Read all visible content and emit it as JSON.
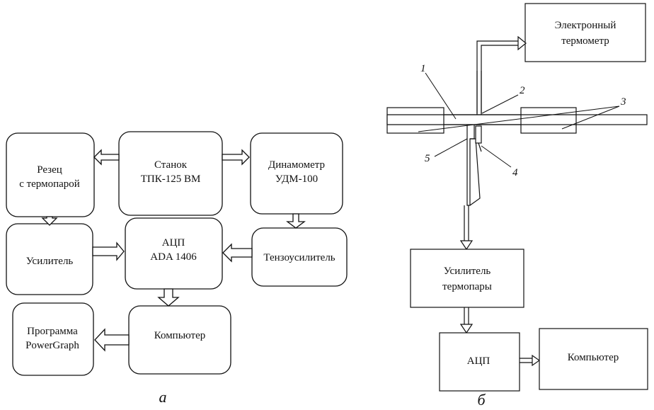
{
  "diagram_a": {
    "caption": "а",
    "blocks": {
      "cutter": [
        "Резец",
        "с термопарой"
      ],
      "machine": [
        "Станок",
        "ТПК-125 ВМ"
      ],
      "dynamometer": [
        "Динамометр",
        "УДМ-100"
      ],
      "amplifier": [
        "Усилитель"
      ],
      "adc": [
        "АЦП",
        "ADA 1406"
      ],
      "strain_amp": [
        "Тензоусилитель"
      ],
      "program": [
        "Программа",
        "PowerGraph"
      ],
      "computer": [
        "Компьютер"
      ]
    }
  },
  "diagram_b": {
    "caption": "б",
    "blocks": {
      "thermometer": [
        "Электронный",
        "термометр"
      ],
      "tc_amplifier": [
        "Усилитель",
        "термопары"
      ],
      "adc": [
        "АЦП"
      ],
      "computer": [
        "Компьютер"
      ]
    },
    "labels": {
      "n1": "1",
      "n2": "2",
      "n3": "3",
      "n4": "4",
      "n5": "5"
    }
  }
}
